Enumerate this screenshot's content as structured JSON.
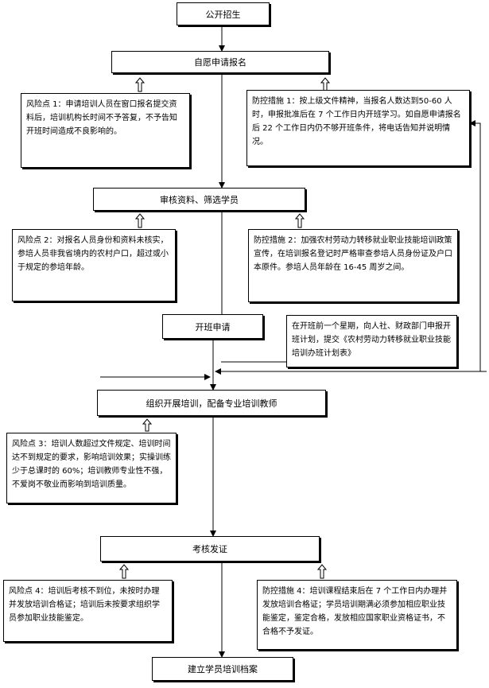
{
  "nodes": {
    "n1": "公开招生",
    "n2": "自愿申请报名",
    "n3": "审核资料、筛选学员",
    "n4": "开班申请",
    "n5": "组织开展培训，配备专业培训教师",
    "n6": "考核发证",
    "n7": "建立学员培训档案"
  },
  "notes": {
    "risk1": "风险点 1：申请培训人员在窗口报名提交资料后，培训机构长时间不予答复，不予告知开班时间造成不良影响的。",
    "measure1": "防控措施 1：按上级文件精神，当报名人数达到50-60 人时，申报批准后在 7 个工作日内开班学习。如自愿申请报名后 22 个工作日内仍不够开班条件，将电话告知并说明情况。",
    "risk2": "风险点 2：对报名人员身份和资料未核实，参培人员非我省境内的农村户口，超过或小于规定的参培年龄。",
    "measure2": "防控措施 2：加强农村劳动力转移就业职业技能培训政策宣传，在培训报名登记时严格审查参培人员身份证及户口本原件。参培人员年龄在 16-45 周岁之间。",
    "side_note": "在开班前一个星期，向人社、财政部门申报开班计划，提交《农村劳动力转移就业职业技能培训办班计划表》",
    "risk3": "风险点 3：培训人数超过文件规定、培训时间达不到规定的要求，影响培训效果；实操训练少于总课时的 60%；培训教师专业性不强，不爱岗不敬业而影响到培训质量。",
    "risk4": "风险点 4：培训后考核不到位，未按时办理并发放培训合格证；培训后未按要求组织学员参加职业技能鉴定。",
    "measure4": "防控措施 4：培训课程结束后在 7 个工作日内办理并发放培训合格证；学员培训期满必须参加相应职业技能鉴定，鉴定合格，发放相应国家职业资格证书，不合格不予发证。"
  }
}
